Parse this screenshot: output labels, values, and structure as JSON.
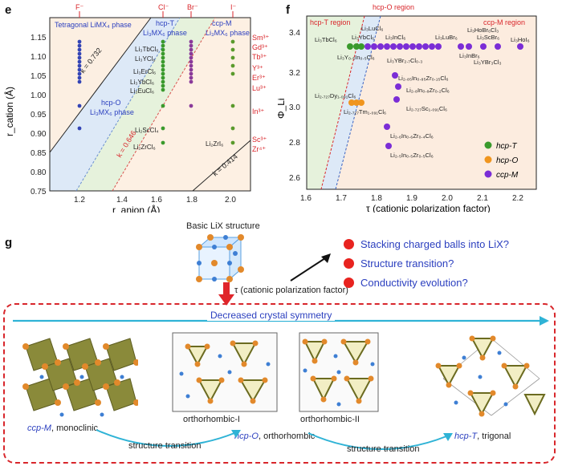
{
  "panel_e": {
    "letter": "e",
    "ylabel": "r_cation (Å)",
    "xlabel": "r_anion (Å)",
    "yticks": [
      "1.15",
      "1.10",
      "1.05",
      "1.00",
      "0.95",
      "0.90",
      "0.85",
      "0.80",
      "0.75"
    ],
    "xticks": [
      "1.2",
      "1.4",
      "1.6",
      "1.8",
      "2.0"
    ],
    "anions": [
      "F⁻",
      "Cl⁻",
      "Br⁻",
      "I⁻"
    ],
    "cations": [
      "Sm³⁺",
      "Gd³⁺",
      "Tb³⁺",
      "Y³⁺",
      "Er³⁺",
      "Lu³⁺",
      "In³⁺",
      "Sc³⁺",
      "Zr⁴⁺"
    ],
    "regions": {
      "tetragonal": "Tetragonal LiMX₄ phase",
      "hcpT": "hcp-T",
      "hcpT_sub": "Li₃MX₆ phase",
      "ccpM": "ccp-M",
      "ccpM_sub": "Li₃MX₆ phase",
      "hcpO": "hcp-O",
      "hcpO_sub": "Li₃MX₆ phase"
    },
    "lines": [
      "k = 0.732",
      "k = 0.646",
      "k = 0.414"
    ],
    "labels": [
      "Li₃TbCl₆",
      "Li₃YCl₆",
      "Li₃ErCl₆",
      "Li₃YbCl₆",
      "Li₃EuCl₆",
      "Li₂ScCl₄",
      "Li₂ZrCl₆",
      "Li₂ZrI₆"
    ]
  },
  "panel_f": {
    "letter": "f",
    "ylabel": "Φ_Li",
    "xlabel": "τ (cationic polarization factor)",
    "yticks": [
      "3.4",
      "3.2",
      "3.0",
      "2.8",
      "2.6"
    ],
    "xticks": [
      "1.6",
      "1.7",
      "1.8",
      "1.9",
      "2.0",
      "2.1",
      "2.2"
    ],
    "regions": {
      "hcpT": "hcp-T region",
      "hcpO": "hcp-O region",
      "ccpM": "ccp-M region"
    },
    "legend": [
      "hcp-T",
      "hcp-O",
      "ccp-M"
    ],
    "labels": [
      "Li₃LuCl₆",
      "Li₃TbCl₆",
      "Li₃YbCl₆",
      "Li₃InCl₆",
      "Li₃LuBr₆",
      "Li₃HoBr₆Cl₃",
      "Li₃ScBr₆",
      "Li₃HoI₆",
      "Li₃Y₀.₅In₀.₅Cl₆",
      "Li₃YBr₂.₇Cl₀.₃",
      "Li₃InBr₆",
      "Li₃YBr₃Cl₃",
      "Li₂.₈₅In₀.₈₅Zr₀.₁₅Cl₆",
      "Li₂.₈In₀.₈Zr₀.₂Cl₆",
      "Li₂.₇₂₇Sc₁.₀₉₁Cl₆",
      "Li₂.₇₂₇Dy₁.₀₉₁Cl₆",
      "Li₂.₇₂₇Tm₁.₀₉₁Cl₆",
      "Li₂.₆In₀.₆Zr₀.₄Cl₆",
      "Li₂.₅In₀.₅Zr₀.₅Cl₆"
    ]
  },
  "panel_g": {
    "letter": "g",
    "structure_title": "Basic LiX structure",
    "tau_label": "τ (cationic polarization factor)",
    "questions": [
      "Stacking charged balls into LiX?",
      "Structure transition?",
      "Conductivity evolution?"
    ],
    "banner": "Decreased crystal symmetry",
    "phases": [
      {
        "name": "ccp-M",
        "suffix": ", monoclinic"
      },
      {
        "name": "hcp-O",
        "suffix": ", orthorhombic"
      },
      {
        "name": "hcp-T",
        "suffix": ", trigonal"
      }
    ],
    "sublabels": [
      "orthorhombic-I",
      "orthorhombic-II"
    ],
    "transition": "structure transition"
  }
}
